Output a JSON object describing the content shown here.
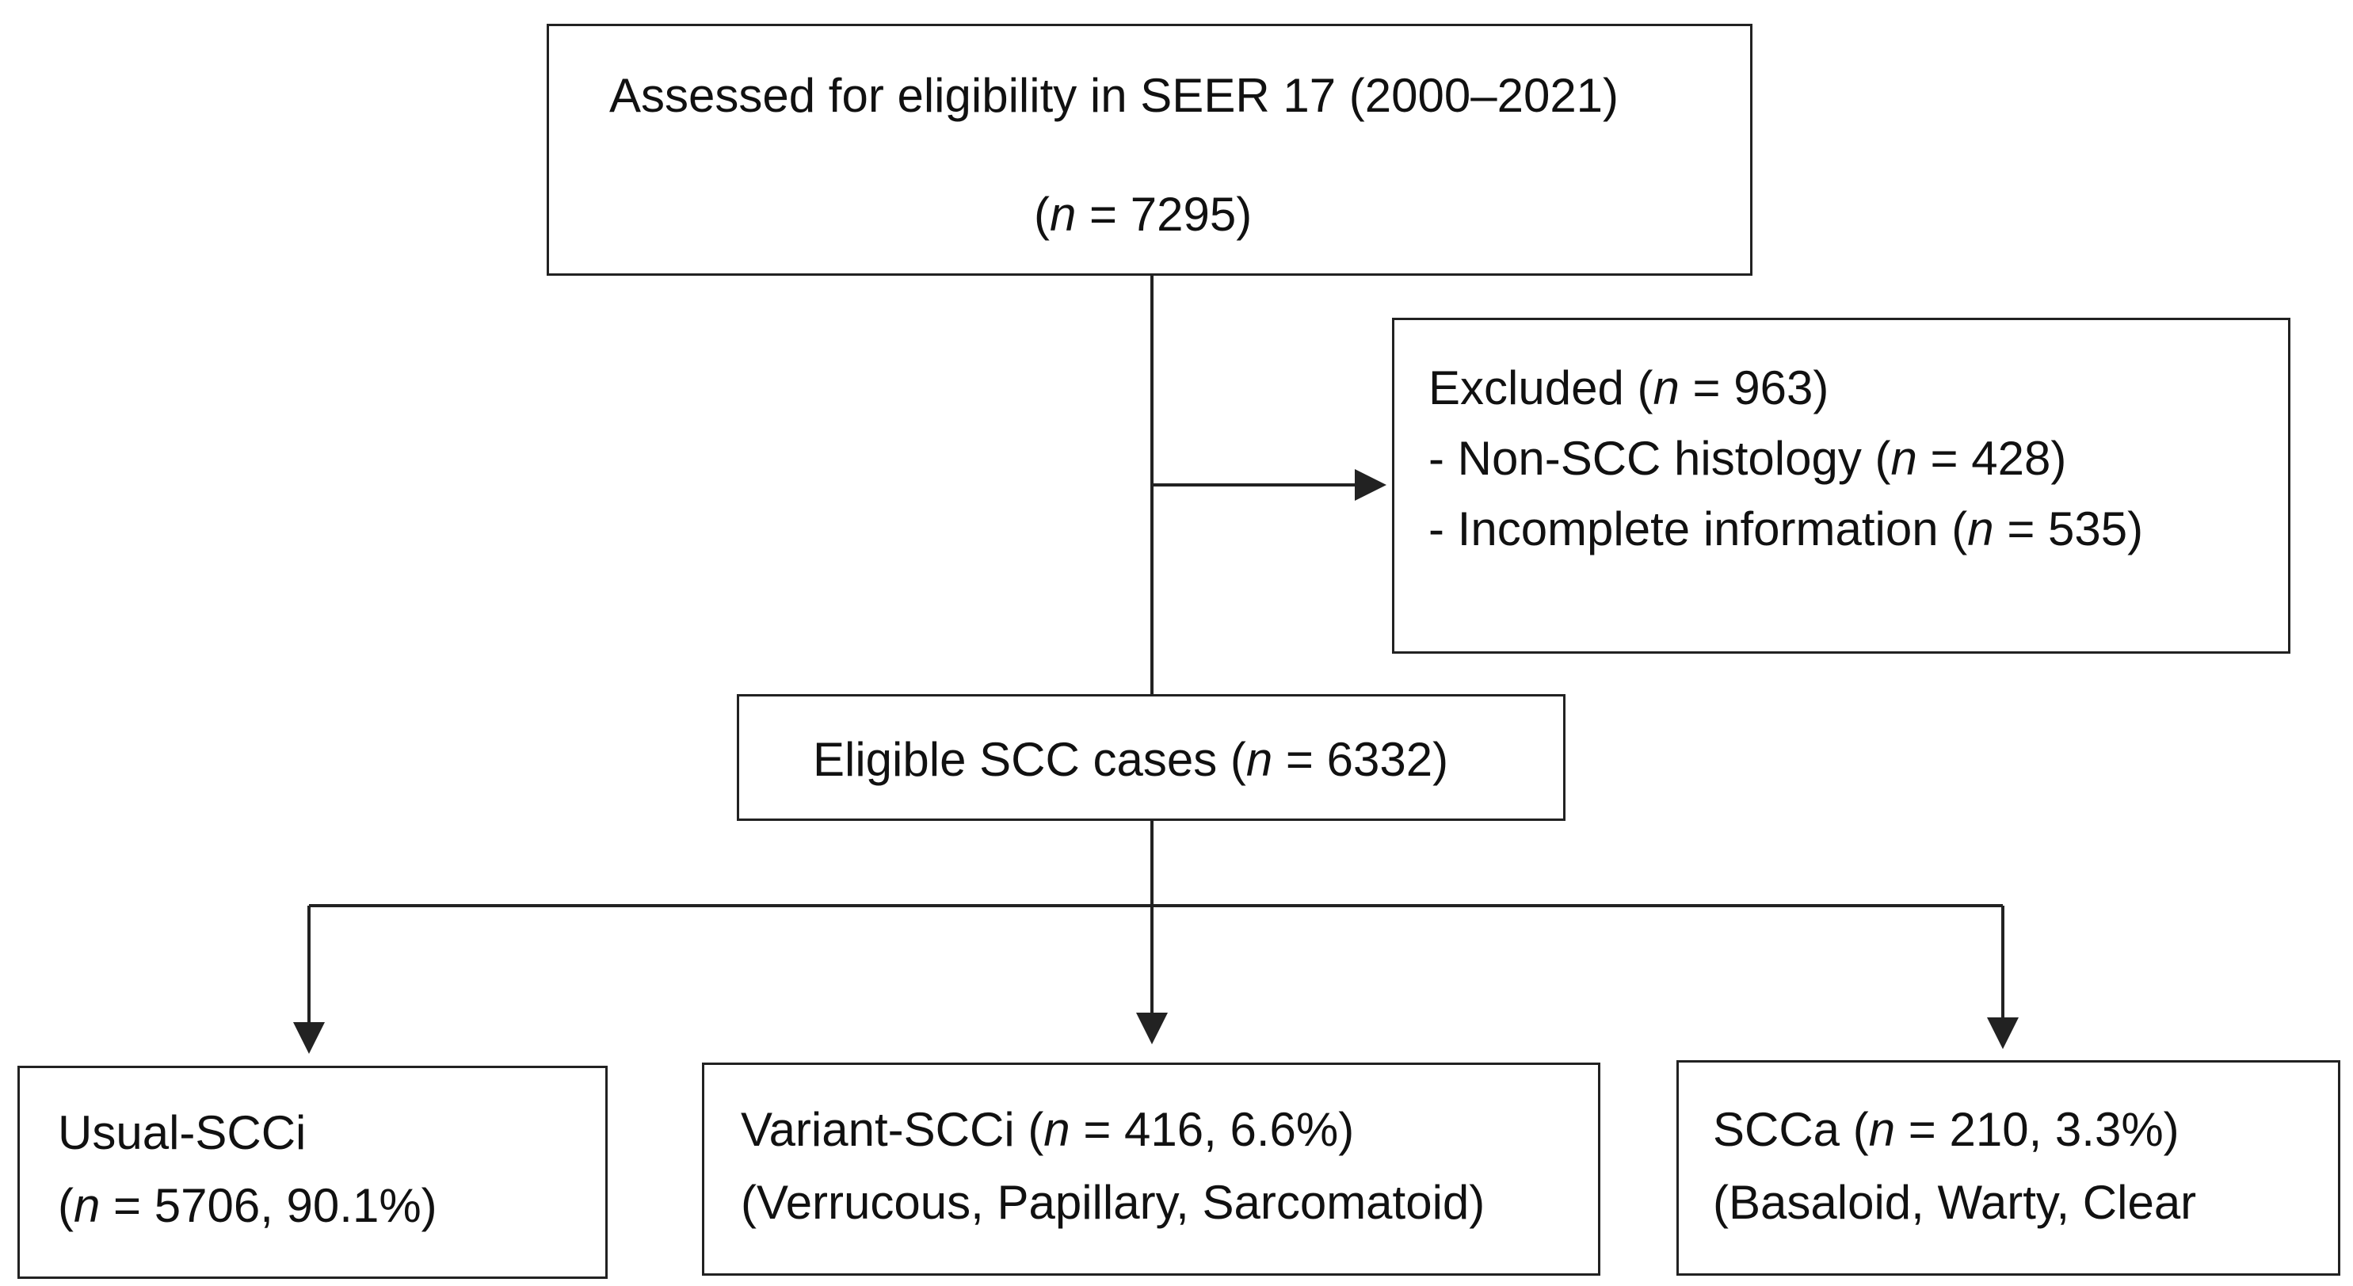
{
  "assessed": {
    "title": "Assessed for eligibility in SEER 17 (2000–2021)",
    "count_open": "(",
    "count_var": "n",
    "count_rest": " = 7295)"
  },
  "excluded": {
    "heading_pre": "Excluded (",
    "heading_var": "n",
    "heading_rest": " = 963)",
    "items": [
      {
        "pre": "- Non-SCC histology (",
        "var": "n",
        "rest": " = 428)"
      },
      {
        "pre": "- Incomplete information (",
        "var": "n",
        "rest": " = 535)"
      }
    ]
  },
  "eligible": {
    "pre": "Eligible SCC cases (",
    "var": "n",
    "rest": " = 6332)"
  },
  "usual": {
    "label": "Usual-SCCi",
    "count_open": " (",
    "count_var": "n",
    "count_rest": " = 5706, 90.1%)"
  },
  "variant": {
    "pre": "Variant-SCCi (",
    "var": "n",
    "rest": " = 416, 6.6%)",
    "subtypes": " (Verrucous, Papillary, Sarcomatoid)"
  },
  "scca": {
    "pre": "SCCa (",
    "var": "n",
    "rest": " = 210, 3.3%)",
    "subtypes": "(Basaloid, Warty, Clear"
  }
}
